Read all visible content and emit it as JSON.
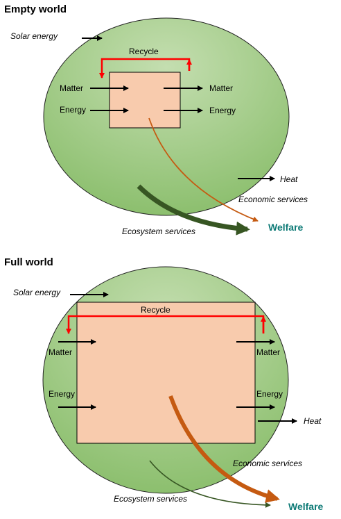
{
  "empty_world": {
    "title": "Empty world",
    "solar_energy": "Solar energy",
    "recycle": "Recycle",
    "matter_in": "Matter",
    "matter_out": "Matter",
    "energy_in": "Energy",
    "energy_out": "Energy",
    "heat": "Heat",
    "economic_services": "Economic services",
    "ecosystem_services": "Ecosystem services",
    "welfare": "Welfare"
  },
  "full_world": {
    "title": "Full world",
    "solar_energy": "Solar energy",
    "recycle": "Recycle",
    "matter_in": "Matter",
    "matter_out": "Matter",
    "energy_in": "Energy",
    "energy_out": "Energy",
    "heat": "Heat",
    "economic_services": "Economic services",
    "ecosystem_services": "Ecosystem services",
    "welfare": "Welfare"
  },
  "colors": {
    "ecosphere_light": "#c4deb0",
    "ecosphere_dark": "#8cbf6e",
    "economy_box": "#f8cbad",
    "recycle_arrow": "#ff0000",
    "economic_flow": "#c55a11",
    "ecosystem_flow": "#375623",
    "welfare_text": "#0d7a76"
  }
}
